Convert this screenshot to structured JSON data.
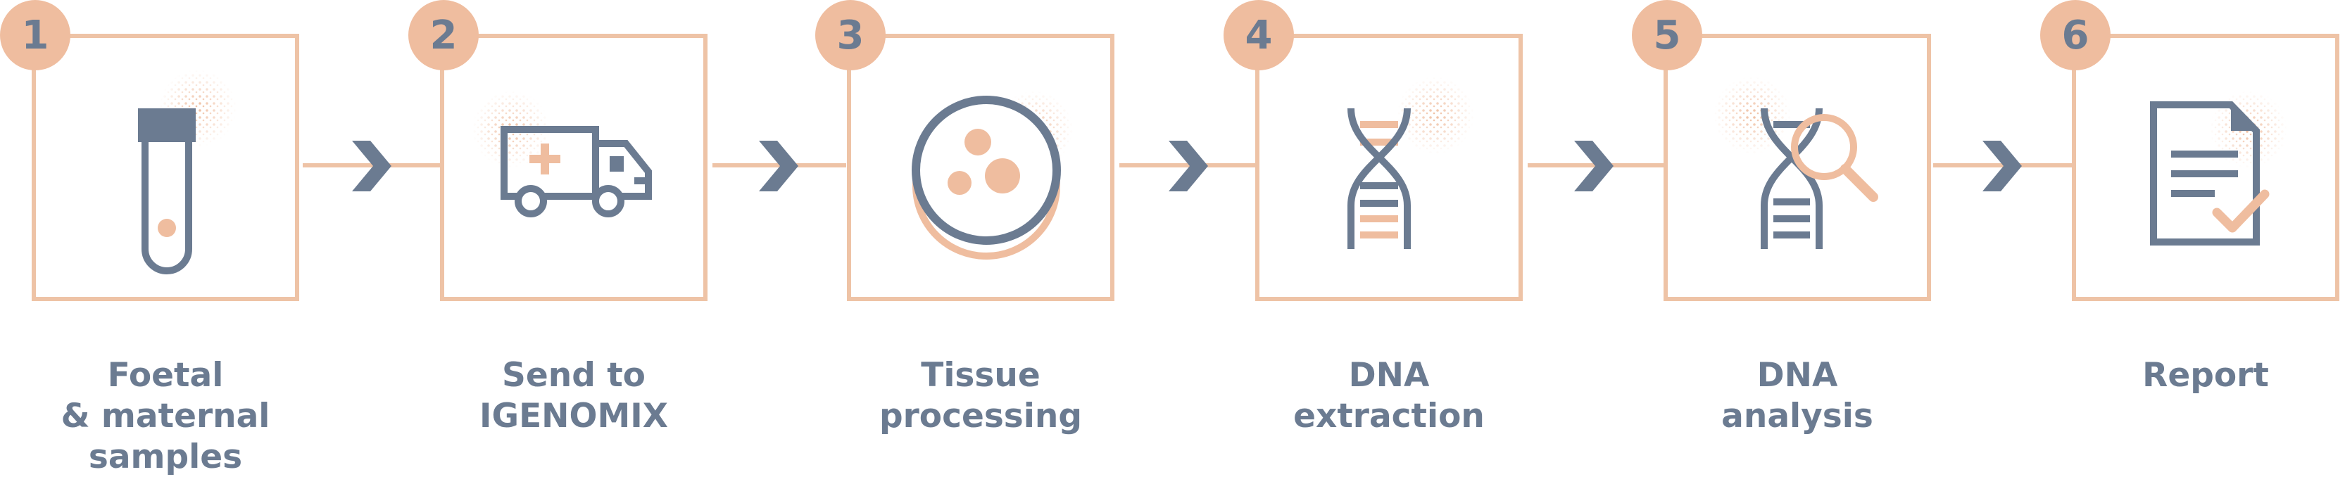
{
  "colors": {
    "peach": "#efbd9f",
    "border": "#eec3a6",
    "slate": "#6b7b91"
  },
  "steps": [
    {
      "number": "1",
      "label": "Foetal\n& maternal\nsamples",
      "icon": "test-tube-icon"
    },
    {
      "number": "2",
      "label": "Send to\nIGENOMIX",
      "icon": "ambulance-truck-icon"
    },
    {
      "number": "3",
      "label": "Tissue\nprocessing",
      "icon": "petri-dish-icon"
    },
    {
      "number": "4",
      "label": "DNA\nextraction",
      "icon": "dna-helix-icon"
    },
    {
      "number": "5",
      "label": "DNA\nanalysis",
      "icon": "dna-magnifier-icon"
    },
    {
      "number": "6",
      "label": "Report",
      "icon": "report-checklist-icon"
    }
  ]
}
